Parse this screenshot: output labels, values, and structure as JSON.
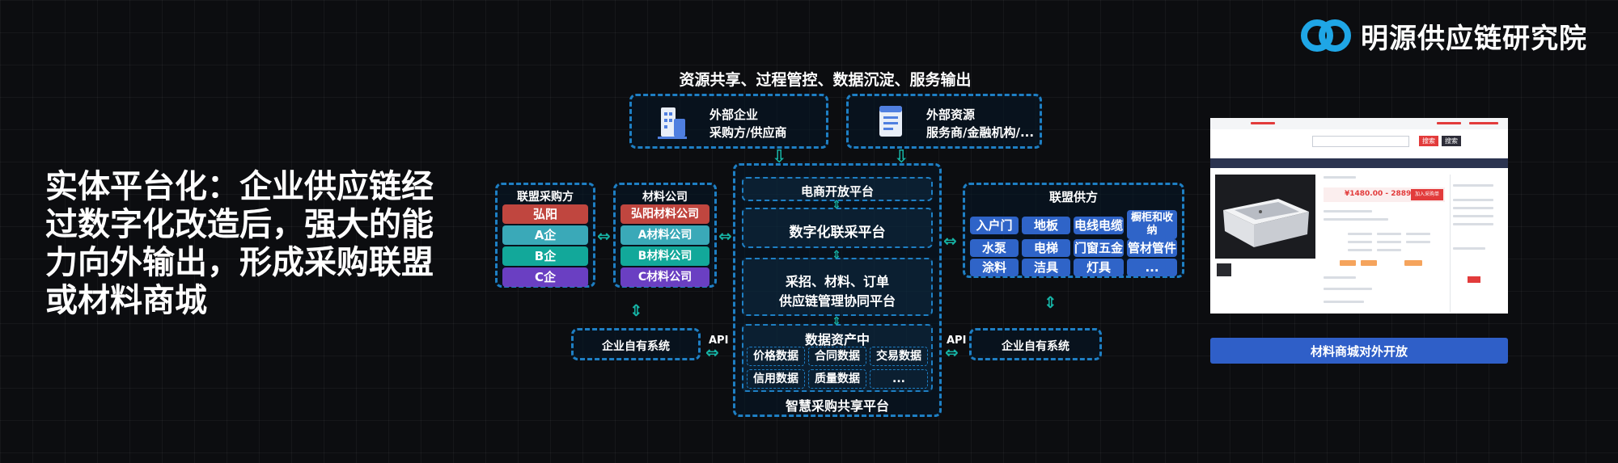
{
  "logo": {
    "text": "明源供应链研究院"
  },
  "headline": {
    "lines": [
      "实体平台化：企业供应链经",
      "过数字化改造后，强大的能",
      "力向外输出，形成采购联盟",
      "或材料商城"
    ]
  },
  "top_label": "资源共享、过程管控、数据沉淀、服务输出",
  "external_enterprise": {
    "title": "外部企业",
    "subtitle": "采购方/供应商"
  },
  "external_resource": {
    "title": "外部资源",
    "subtitle": "服务商/金融机构/..."
  },
  "alliance_buyer": {
    "title": "联盟采购方",
    "items": [
      {
        "label": "弘阳",
        "color": "#c0463f"
      },
      {
        "label": "A企",
        "color": "#3aa9b8"
      },
      {
        "label": "B企",
        "color": "#12a89a"
      },
      {
        "label": "C企",
        "color": "#6a3fc2"
      }
    ]
  },
  "material_company": {
    "title": "材料公司",
    "items": [
      {
        "label": "弘阳材料公司",
        "color": "#c0463f"
      },
      {
        "label": "A材料公司",
        "color": "#3aa9b8"
      },
      {
        "label": "B材料公司",
        "color": "#12a89a"
      },
      {
        "label": "C材料公司",
        "color": "#6a3fc2"
      }
    ]
  },
  "center": {
    "ecommerce": "电商开放平台",
    "digital": "数字化联采平台",
    "collab_line1": "采招、材料、订单",
    "collab_line2": "供应链管理协同平台",
    "data_center": "数据资产中",
    "data_cells": [
      "价格数据",
      "合同数据",
      "交易数据",
      "信用数据",
      "质量数据",
      "..."
    ],
    "bottom_title": "智慧采购共享平台"
  },
  "alliance_supplier": {
    "title": "联盟供方",
    "items": [
      "入户门",
      "地板",
      "电线电缆",
      "橱柜和收纳",
      "水泵",
      "电梯",
      "门窗五金",
      "管材管件",
      "涂料",
      "洁具",
      "灯具",
      "..."
    ]
  },
  "own_system_left": "企业自有系统",
  "own_system_right": "企业自有系统",
  "api_left": "API",
  "api_right": "API",
  "shot": {
    "price": "¥1480.00 - 2889.00",
    "buy_label": "加入采购单",
    "search_btn1": "搜索",
    "search_btn2": "搜索"
  },
  "mall_button": "材料商城对外开放",
  "colors": {
    "accent_blue": "#2f64c8",
    "dashed_border": "#1e7fc4",
    "arrow": "#16b3a5",
    "red": "#e23b3b"
  }
}
